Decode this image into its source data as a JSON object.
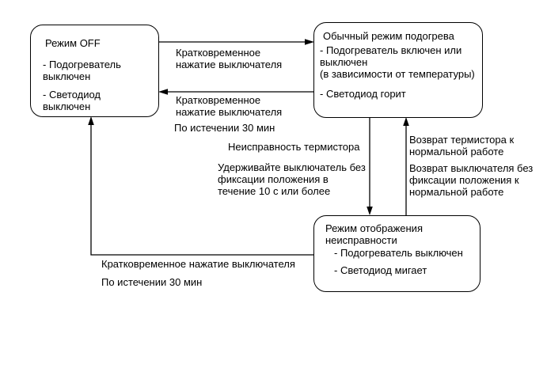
{
  "colors": {
    "background": "#ffffff",
    "line": "#000000",
    "text": "#000000"
  },
  "nodes": {
    "off": {
      "title": "Режим OFF",
      "line1": "- Подогреватель",
      "line2": "выключен",
      "line3": "- Светодиод",
      "line4": "выключен"
    },
    "normal": {
      "title": "Обычный режим подогрева",
      "line1": "- Подогреватель включен или",
      "line2": "выключен",
      "line3": "(в зависимости от температуры)",
      "line4": "- Светодиод горит"
    },
    "fault": {
      "title_line1": "Режим отображения",
      "title_line2": "неисправности",
      "line1": "- Подогреватель выключен",
      "line2": "- Светодиод мигает"
    }
  },
  "edge_labels": {
    "off_to_normal": {
      "line1": "Кратковременное",
      "line2": "нажатие выключателя"
    },
    "normal_to_off": {
      "line1": "Кратковременное",
      "line2": "нажатие выключателя",
      "line3": "По истечении 30 мин"
    },
    "normal_to_fault": {
      "line1": "Неисправность термистора",
      "line2": "Удерживайте выключатель без",
      "line3": "фиксации положения в",
      "line4": "течение 10 с или более"
    },
    "fault_to_normal": {
      "line1": "Возврат термистора к",
      "line2": "нормальной работе",
      "line3": "Возврат выключателя без",
      "line4": "фиксации положения к",
      "line5": "нормальной работе"
    },
    "fault_to_off": {
      "line1": "Кратковременное нажатие выключателя",
      "line2": "По истечении 30 мин"
    }
  }
}
